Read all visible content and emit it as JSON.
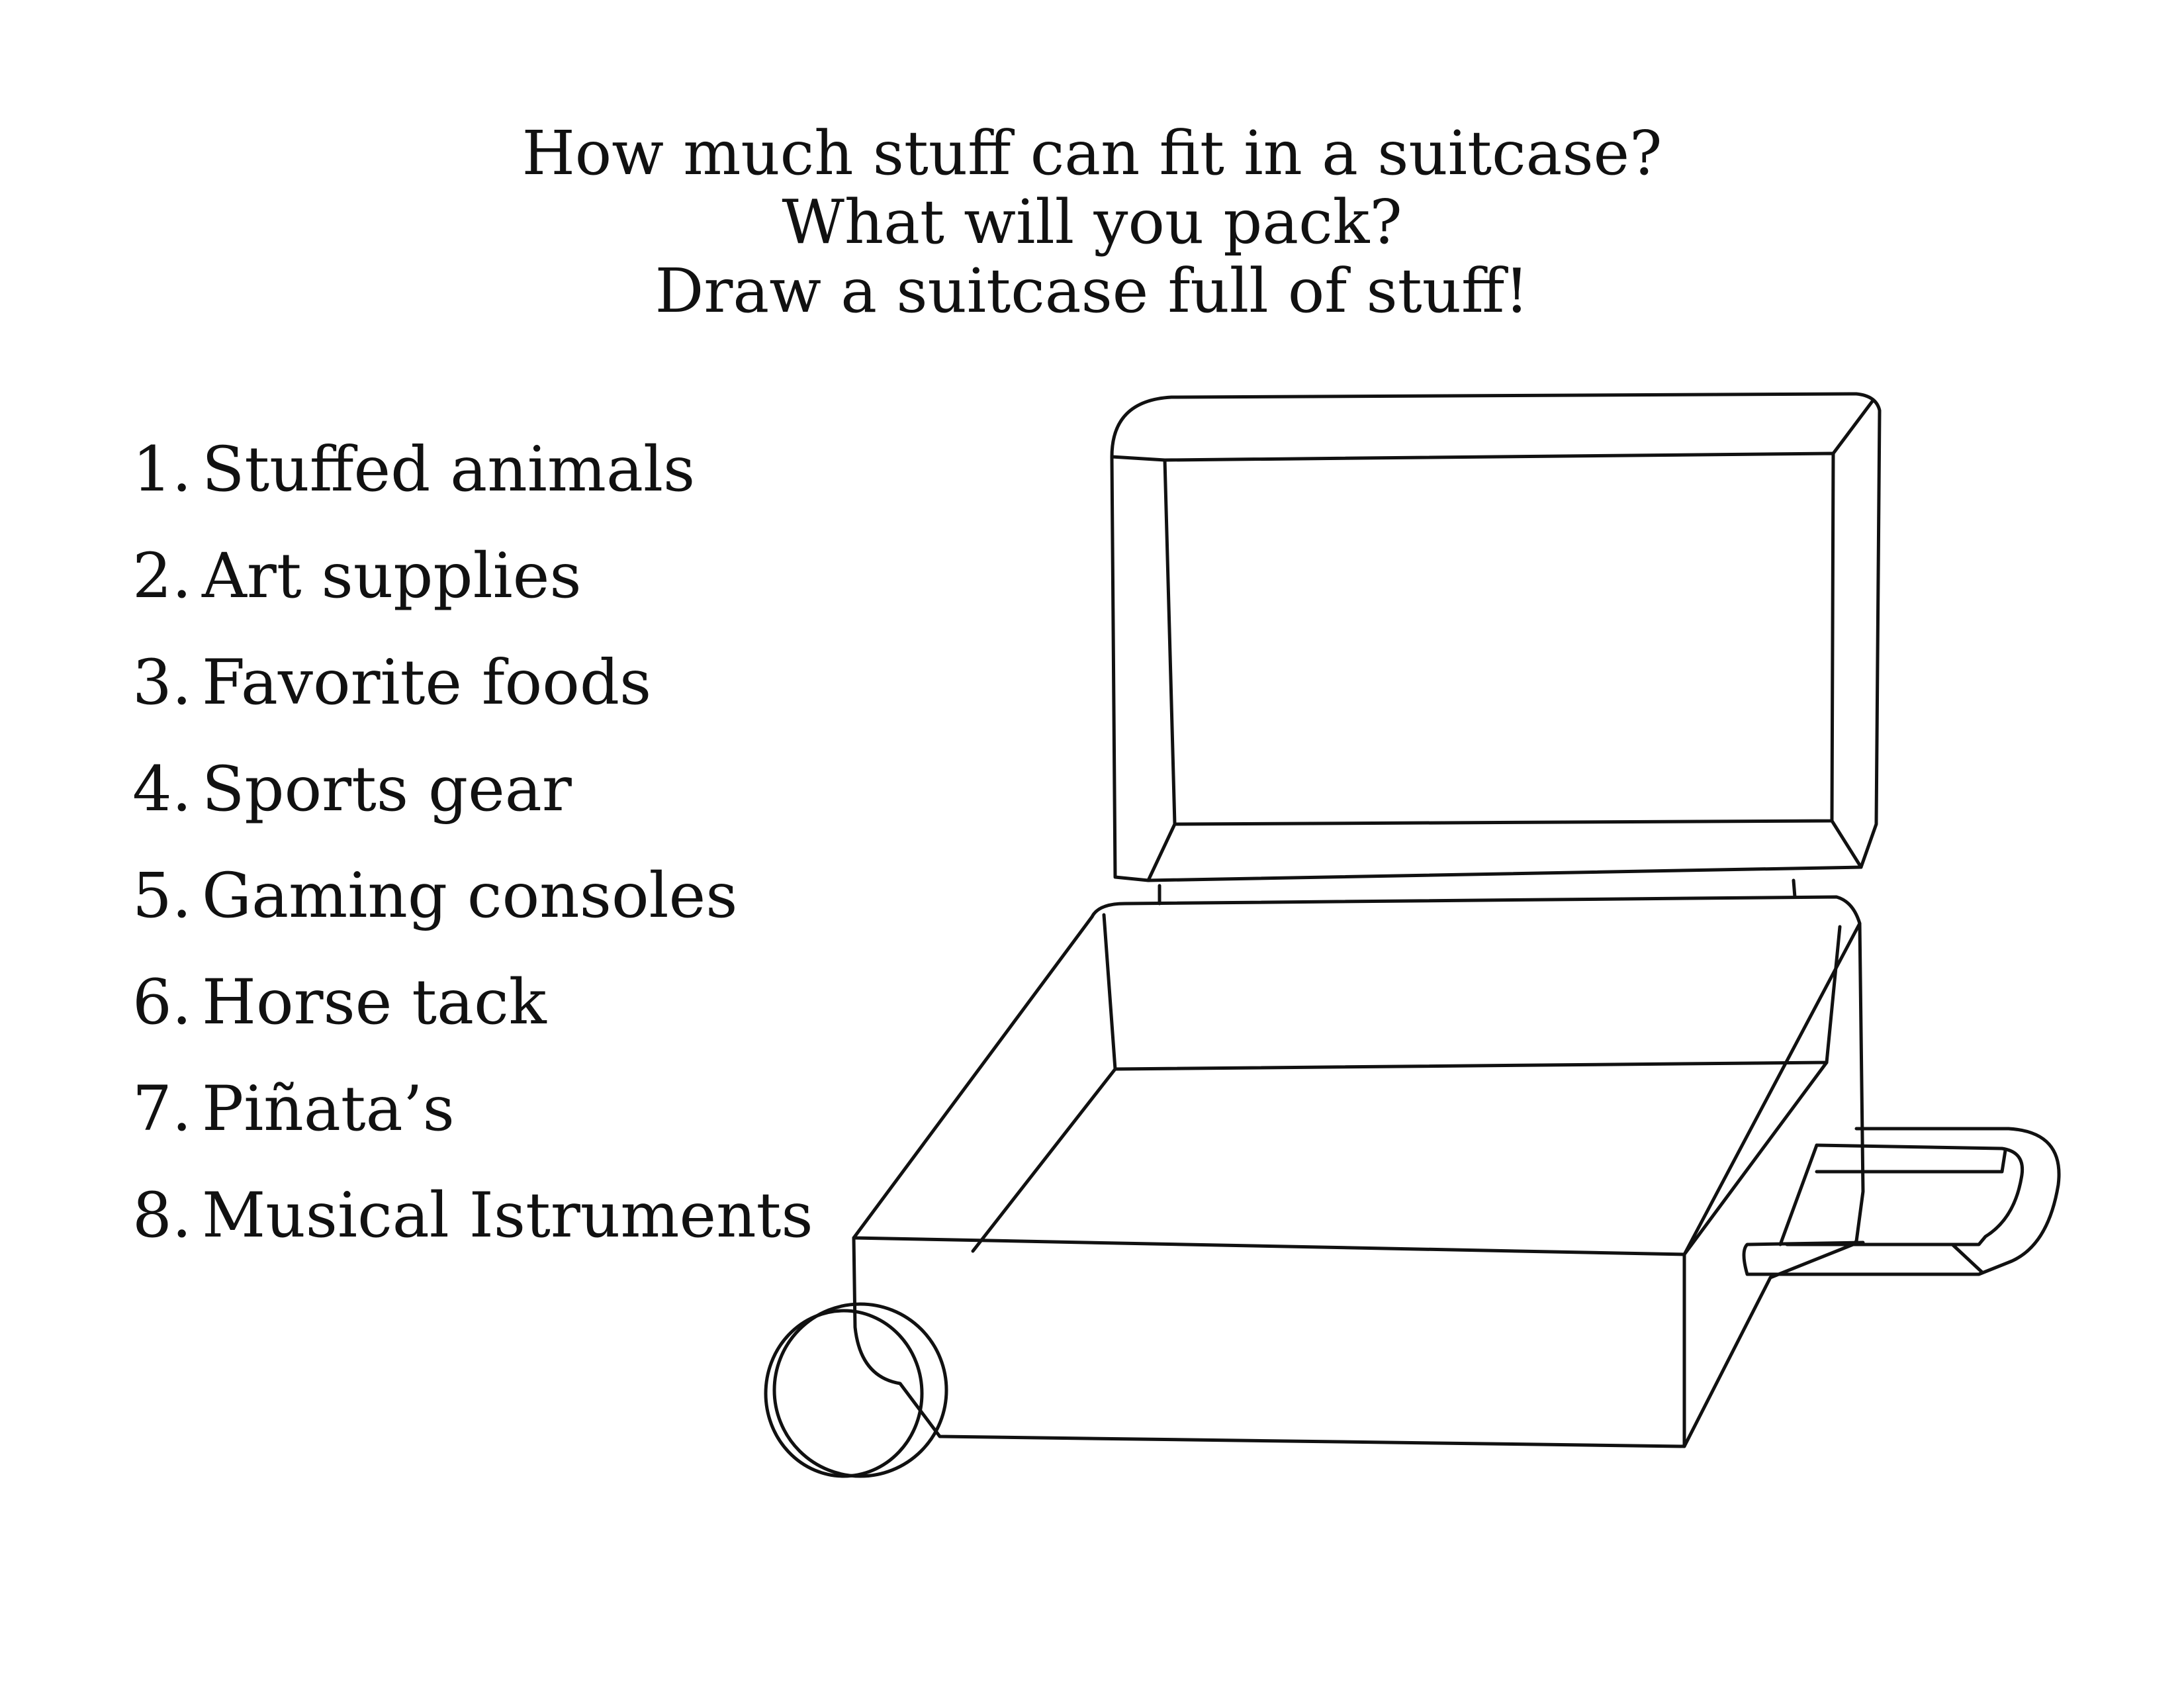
{
  "heading": {
    "line1": "How much stuff can fit in a suitcase?",
    "line2": "What will you pack?",
    "line3": "Draw a suitcase full of stuff!"
  },
  "list": {
    "items": [
      {
        "number": "1.",
        "label": "Stuffed animals"
      },
      {
        "number": "2.",
        "label": "Art supplies"
      },
      {
        "number": "3.",
        "label": "Favorite foods"
      },
      {
        "number": "4.",
        "label": "Sports gear"
      },
      {
        "number": "5.",
        "label": "Gaming consoles"
      },
      {
        "number": "6.",
        "label": "Horse tack"
      },
      {
        "number": "7.",
        "label": "Piñata’s"
      },
      {
        "number": "8.",
        "label": "Musical Istruments"
      }
    ]
  },
  "illustration": {
    "subject": "open-suitcase-icon",
    "line_color": "#111111",
    "background_color": "#ffffff"
  }
}
